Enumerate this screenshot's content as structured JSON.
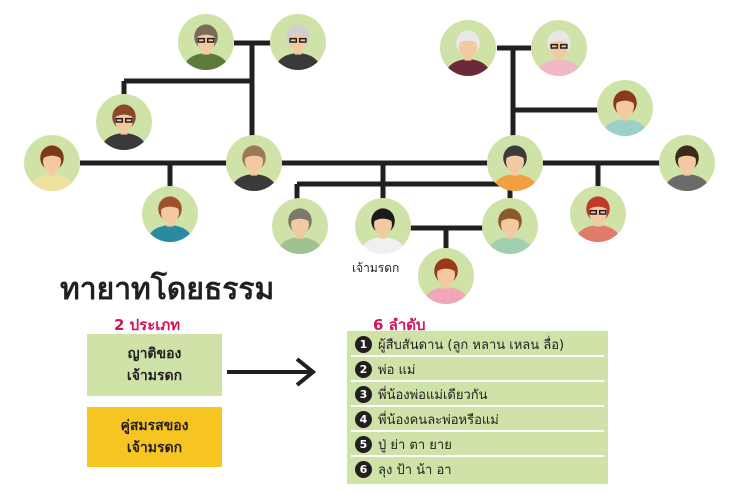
{
  "heading": "ทายาทโดยธรรม",
  "heir_label": "เจ้ามรดก",
  "types": {
    "title": "2 ประเภท",
    "items": [
      {
        "label_line1": "ญาติของ",
        "label_line2": "เจ้ามรดก"
      },
      {
        "label_line1": "คู่สมรสของ",
        "label_line2": "เจ้ามรดก"
      }
    ]
  },
  "orders": {
    "title": "6 ลำดับ",
    "items": [
      {
        "num": "1",
        "text": "ผู้สืบสันดาน (ลูก หลาน เหลน ลื่อ)"
      },
      {
        "num": "2",
        "text": "พ่อ แม่"
      },
      {
        "num": "3",
        "text": "พี่น้องพ่อแม่เดียวกัน"
      },
      {
        "num": "4",
        "text": "พี่น้องคนละพ่อหรือแม่"
      },
      {
        "num": "5",
        "text": "ปู่ ย่า ตา ยาย"
      },
      {
        "num": "6",
        "text": "ลุง ป้า น้า อา"
      }
    ]
  },
  "colors": {
    "line": "#231f20",
    "avatar_bg": "#cfe3a9",
    "green_box": "#cfe3a9",
    "yellow_box": "#f6c521",
    "accent": "#d4145a"
  }
}
